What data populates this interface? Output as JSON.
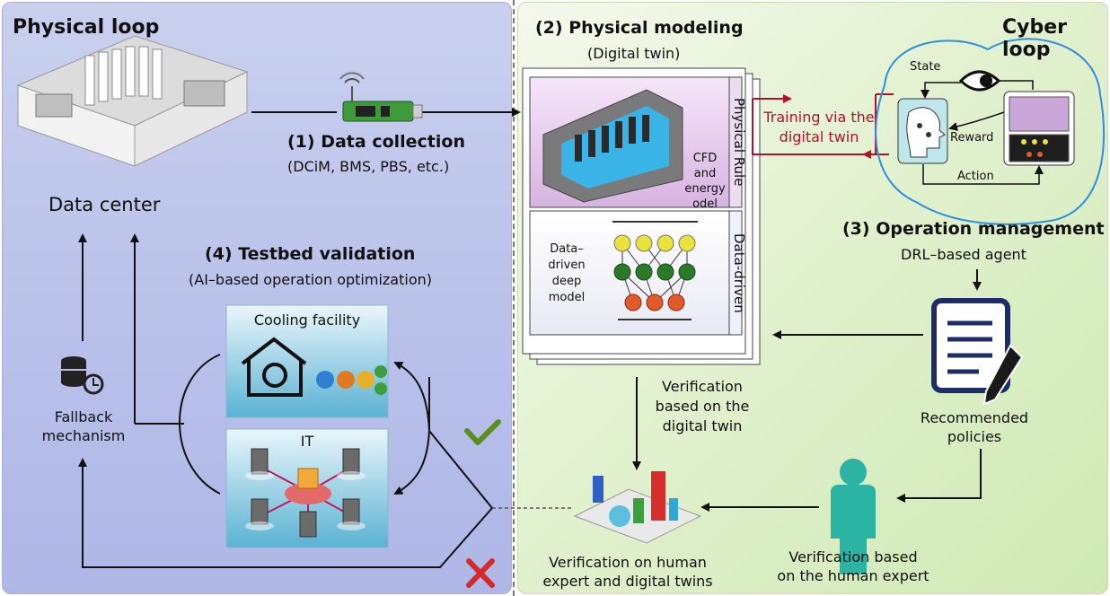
{
  "physical_loop": {
    "title": "Physical loop",
    "data_center_label": "Data center",
    "fallback_label_line1": "Fallback",
    "fallback_label_line2": "mechanism"
  },
  "data_collection": {
    "title": "(1) Data collection",
    "subtitle": "(DCiM, BMS, PBS, etc.)"
  },
  "physical_modeling": {
    "title": "(2) Physical modeling",
    "subtitle": "(Digital twin)",
    "physical_rule_label": "Physical Rule",
    "cfd_line1": "CFD and",
    "cfd_line2": "energy",
    "cfd_line3": "odel",
    "data_driven_label": "Data-driven",
    "deep_line1": "Data–",
    "deep_line2": "driven",
    "deep_line3": "deep",
    "deep_line4": "model"
  },
  "cyber_loop": {
    "title": "Cyber loop",
    "training_line1": "Training via the",
    "training_line2": "digital twin",
    "state_label": "State",
    "reward_label": "Reward",
    "action_label": "Action"
  },
  "operation_management": {
    "title": "(3) Operation management",
    "subtitle": "DRL–based agent",
    "recommended_line1": "Recommended",
    "recommended_line2": "policies"
  },
  "testbed": {
    "title": "(4) Testbed validation",
    "subtitle": "(AI–based operation optimization)",
    "cooling_label": "Cooling facility",
    "it_label": "IT"
  },
  "verification": {
    "digital_twin_line1": "Verification",
    "digital_twin_line2": "based on the",
    "digital_twin_line3": "digital twin",
    "human_line1": "Verification based",
    "human_line2": "on the human expert",
    "both_line1": "Verification on human",
    "both_line2": "expert and digital twins"
  },
  "colors": {
    "left_panel": "#b9c1ea",
    "right_panel": "#dcefc6",
    "training_red": "#b3102b",
    "check_green": "#5a8f1e",
    "cross_red": "#d42a2a",
    "expert_teal": "#2bb3a3"
  }
}
